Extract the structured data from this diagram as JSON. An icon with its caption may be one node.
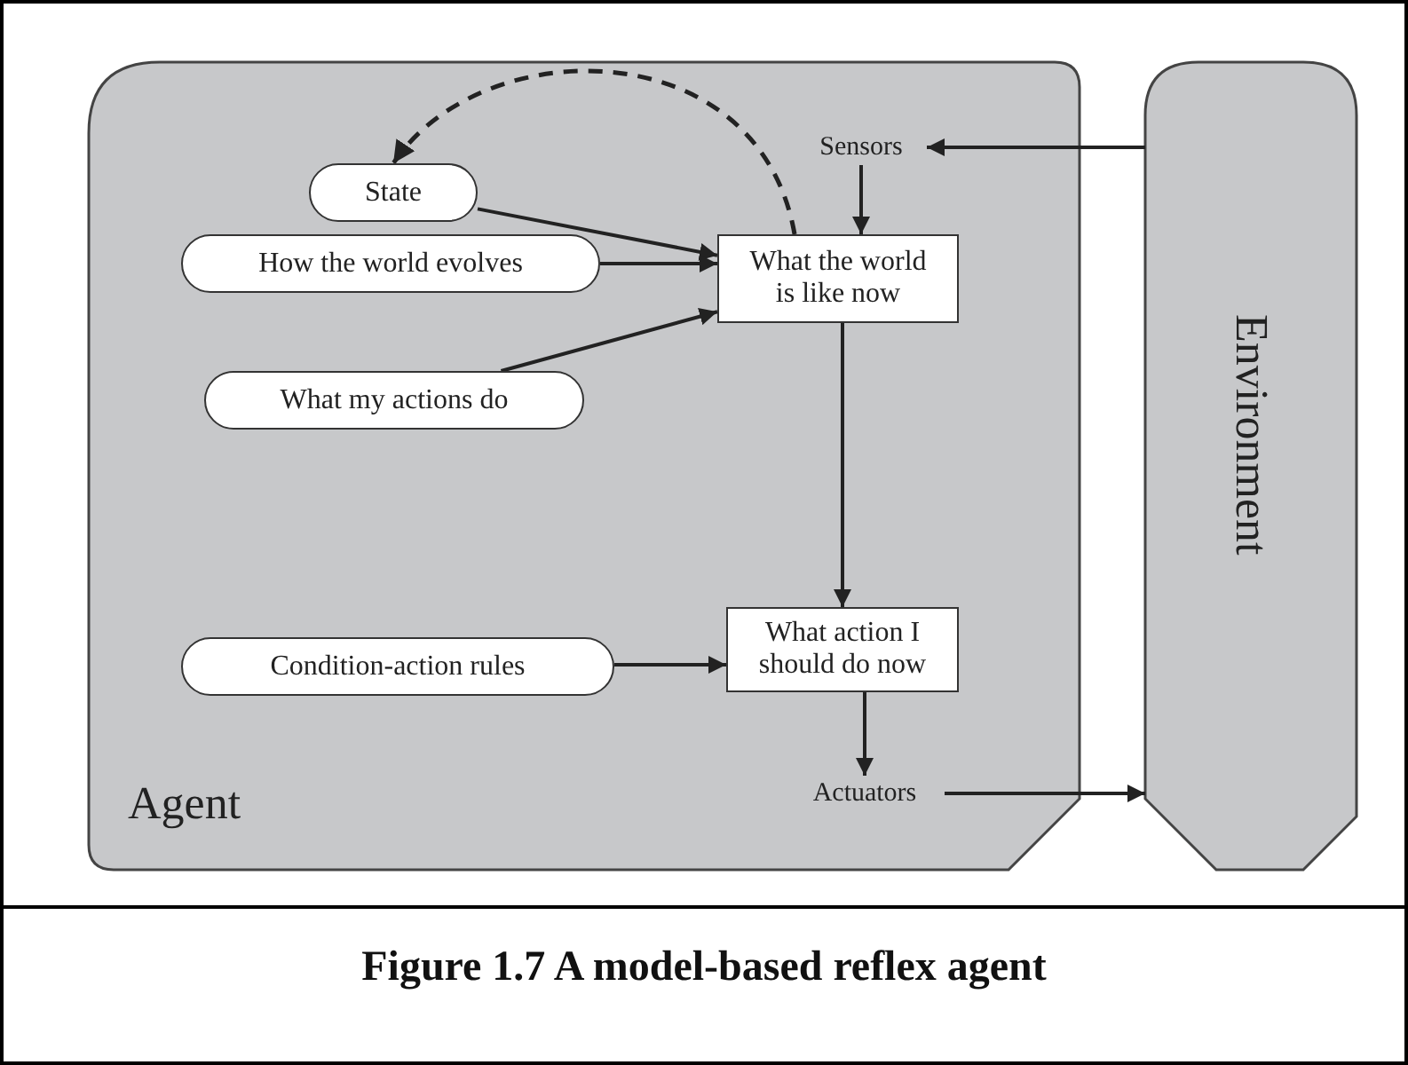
{
  "diagram": {
    "caption": "Figure 1.7 A model-based reflex agent",
    "nodes": [
      {
        "text": [
          "Agent"
        ]
      },
      {
        "text": [
          "Environment"
        ]
      },
      {
        "text": [
          "Sensors"
        ],
        "in": 0
      },
      {
        "text": [
          "State"
        ],
        "in": 0
      },
      {
        "text": [
          "How the world evolves"
        ],
        "in": 0
      },
      {
        "text": [
          "What my actions do"
        ],
        "in": 0
      },
      {
        "text": [
          "What the world is like now"
        ],
        "in": 0
      },
      {
        "text": [
          "Condition-action rules"
        ],
        "in": 0
      },
      {
        "text": [
          "What action I should do now"
        ],
        "in": 0
      },
      {
        "text": [
          "Actuators"
        ],
        "in": 0
      }
    ],
    "edges": [
      {
        "from": 1,
        "to": 2,
        "arrow": "to"
      },
      {
        "from": 2,
        "to": 6,
        "arrow": "to"
      },
      {
        "from": 3,
        "to": 6,
        "arrow": "to"
      },
      {
        "from": 4,
        "to": 6,
        "arrow": "to"
      },
      {
        "from": 5,
        "to": 6,
        "arrow": "to"
      },
      {
        "from": 6,
        "to": 3,
        "arrow": "to",
        "style": "dashed"
      },
      {
        "from": 6,
        "to": 8,
        "arrow": "to"
      },
      {
        "from": 7,
        "to": 8,
        "arrow": "to"
      },
      {
        "from": 8,
        "to": 9,
        "arrow": "to"
      },
      {
        "from": 9,
        "to": 1,
        "arrow": "to"
      }
    ]
  }
}
